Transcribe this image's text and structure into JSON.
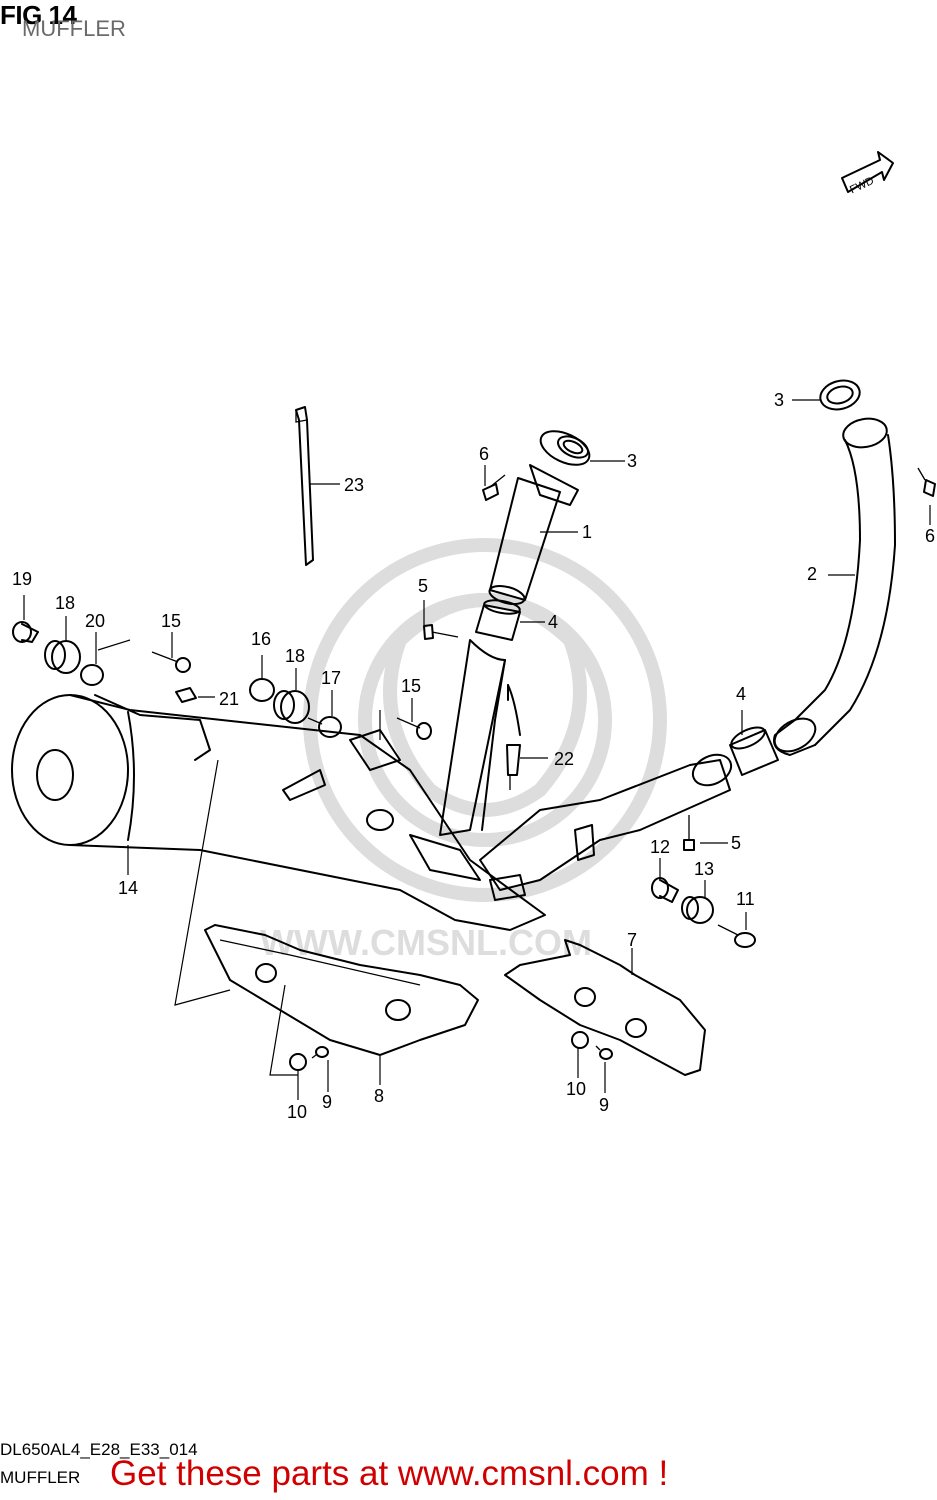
{
  "header": {
    "fig_label": "FIG 14",
    "subtitle": "MUFFLER"
  },
  "watermark": {
    "text": "WWW.CMSNL.COM",
    "color": "#dddddd"
  },
  "fwd_label": "FWD",
  "callouts": [
    {
      "id": "c1",
      "num": "1"
    },
    {
      "id": "c2",
      "num": "2"
    },
    {
      "id": "c3a",
      "num": "3"
    },
    {
      "id": "c3b",
      "num": "3"
    },
    {
      "id": "c4a",
      "num": "4"
    },
    {
      "id": "c4b",
      "num": "4"
    },
    {
      "id": "c5a",
      "num": "5"
    },
    {
      "id": "c5b",
      "num": "5"
    },
    {
      "id": "c6a",
      "num": "6"
    },
    {
      "id": "c6b",
      "num": "6"
    },
    {
      "id": "c7",
      "num": "7"
    },
    {
      "id": "c8",
      "num": "8"
    },
    {
      "id": "c9a",
      "num": "9"
    },
    {
      "id": "c9b",
      "num": "9"
    },
    {
      "id": "c10a",
      "num": "10"
    },
    {
      "id": "c10b",
      "num": "10"
    },
    {
      "id": "c11",
      "num": "11"
    },
    {
      "id": "c12",
      "num": "12"
    },
    {
      "id": "c13",
      "num": "13"
    },
    {
      "id": "c14",
      "num": "14"
    },
    {
      "id": "c15a",
      "num": "15"
    },
    {
      "id": "c15b",
      "num": "15"
    },
    {
      "id": "c16",
      "num": "16"
    },
    {
      "id": "c17",
      "num": "17"
    },
    {
      "id": "c18a",
      "num": "18"
    },
    {
      "id": "c18b",
      "num": "18"
    },
    {
      "id": "c19",
      "num": "19"
    },
    {
      "id": "c20",
      "num": "20"
    },
    {
      "id": "c21",
      "num": "21"
    },
    {
      "id": "c22",
      "num": "22"
    },
    {
      "id": "c23",
      "num": "23"
    }
  ],
  "footer": {
    "diagram_code": "DL650AL4_E28_E33_014",
    "title": "MUFFLER",
    "promo": "Get these parts at www.cmsnl.com !",
    "promo_color": "#d10000"
  }
}
